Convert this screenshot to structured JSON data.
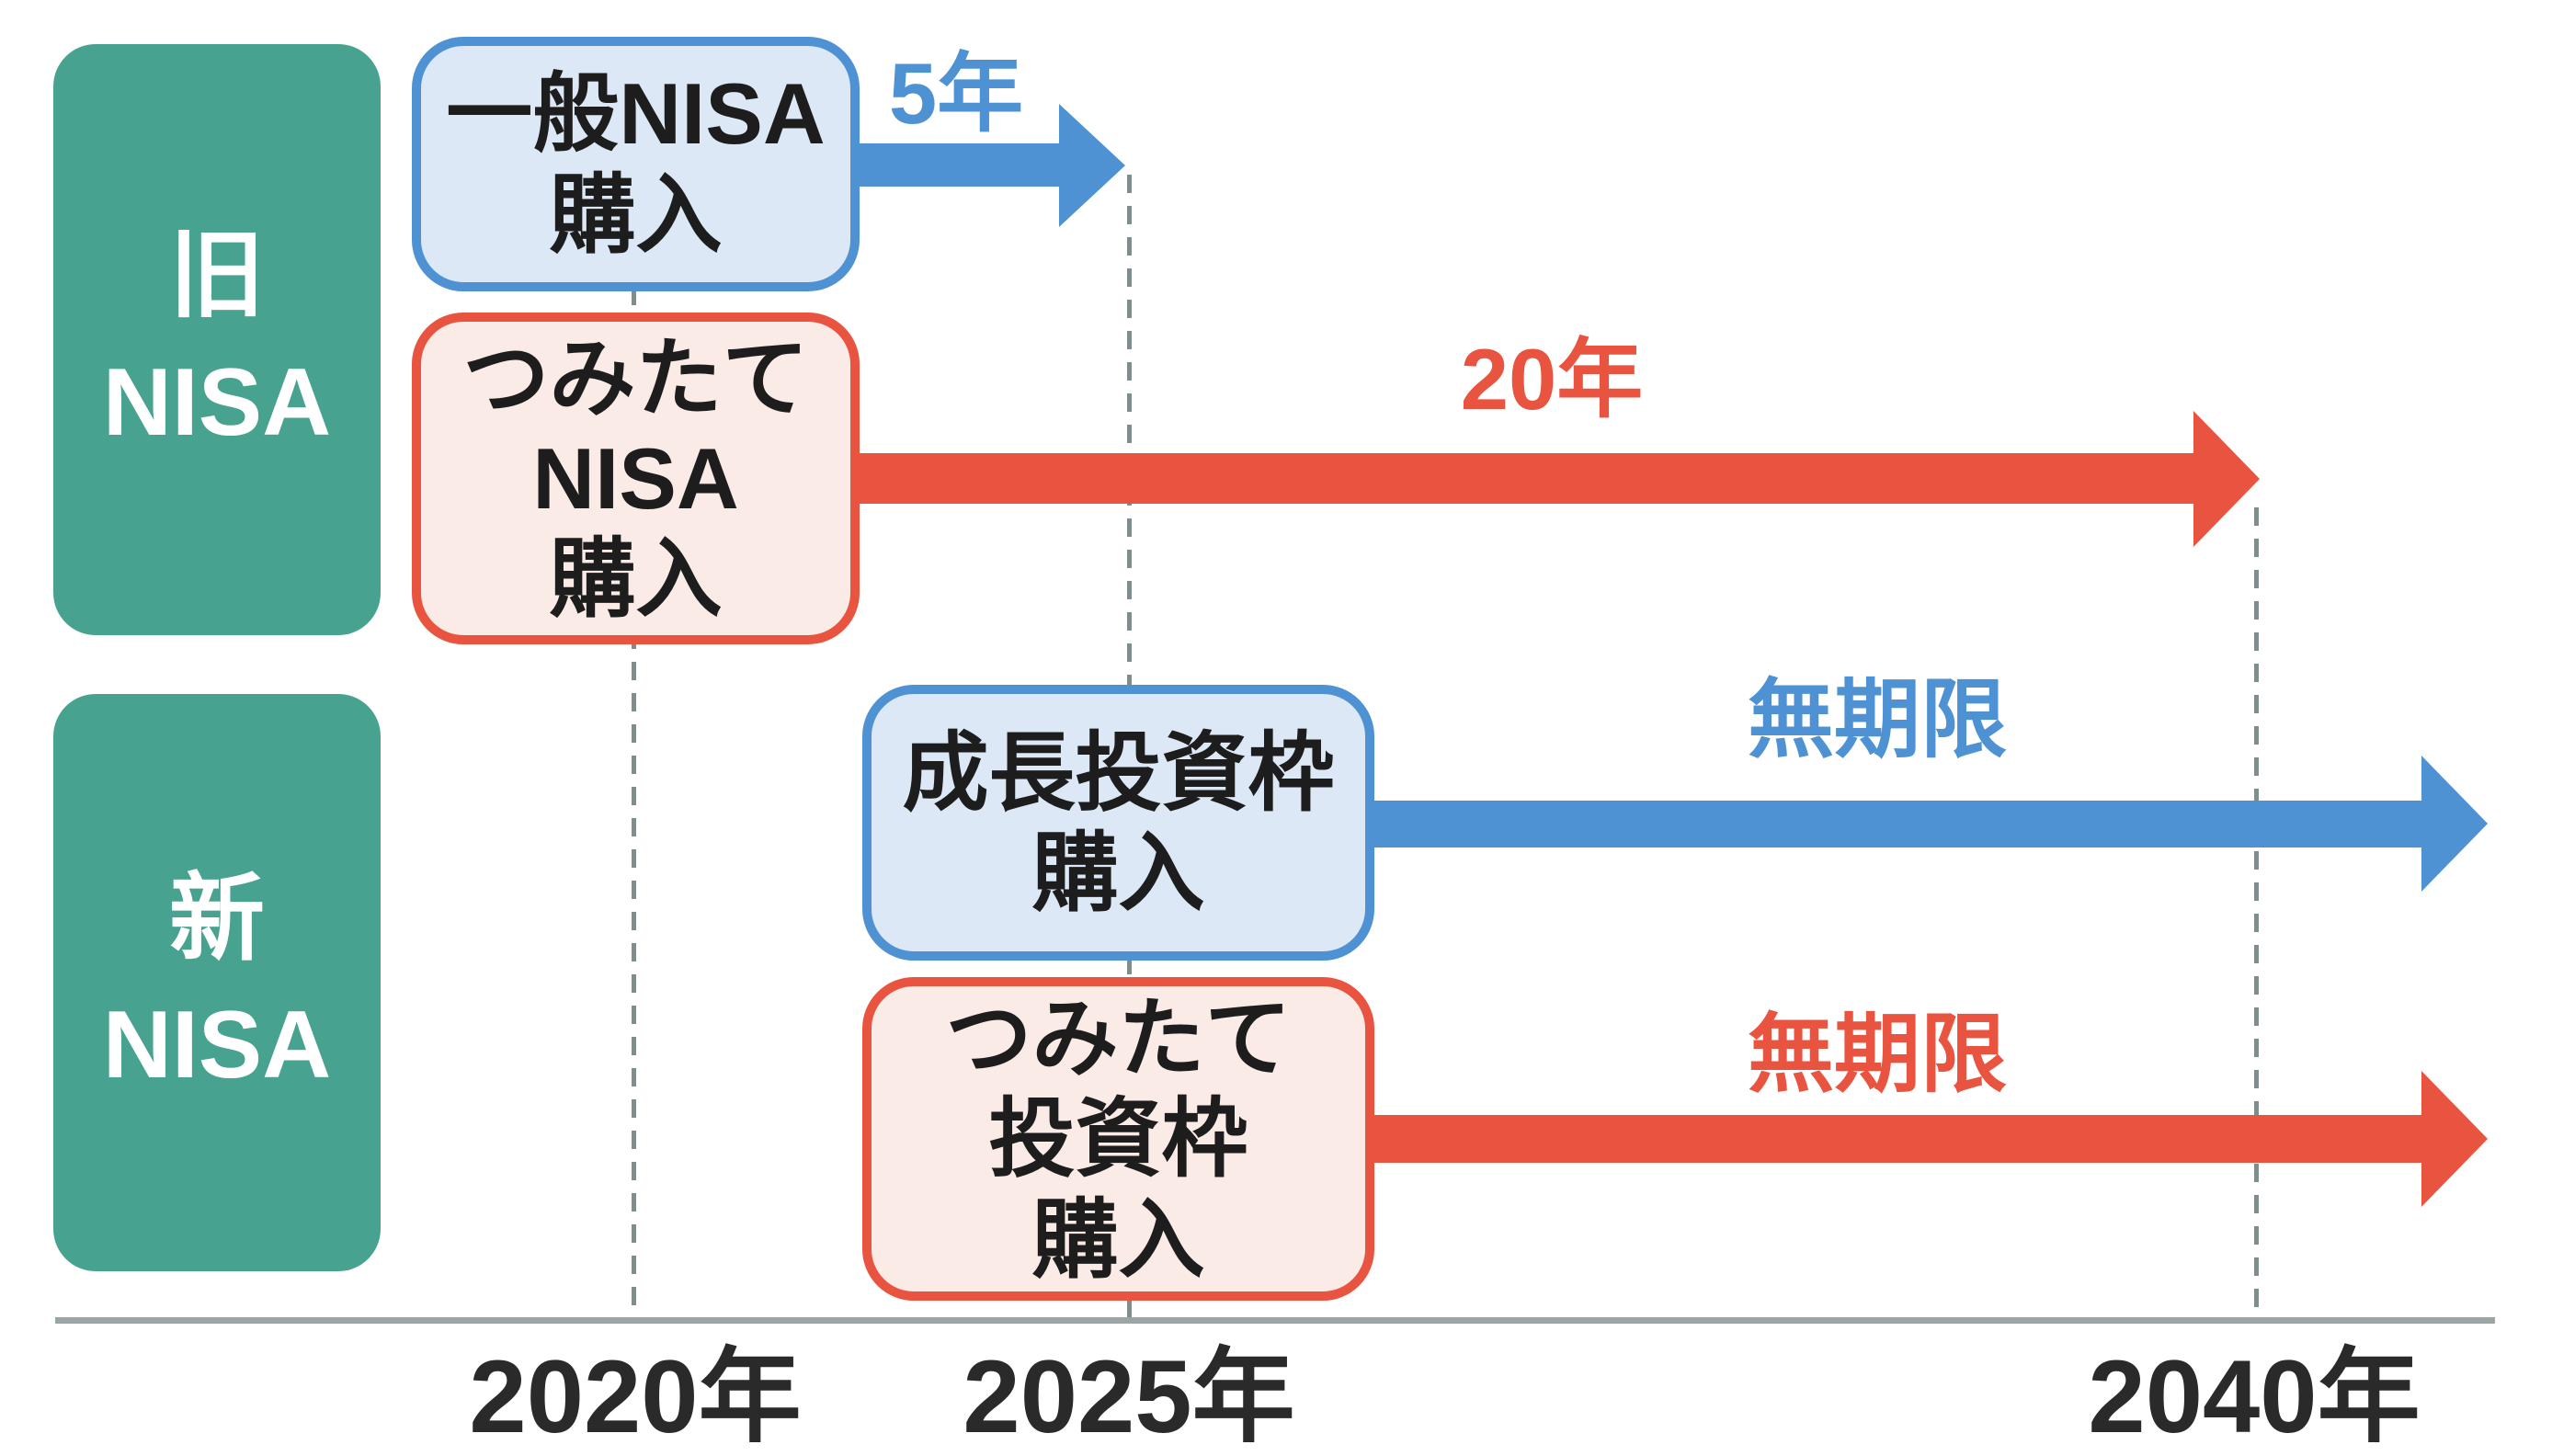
{
  "title_context": "NISA timeline diagram",
  "groups": {
    "old": {
      "line1": "旧",
      "line2": "NISA"
    },
    "new": {
      "line1": "新",
      "line2": "NISA"
    }
  },
  "rows": [
    {
      "id": "ippan-nisa",
      "group": "old",
      "box_lines": [
        "一般NISA",
        "購入"
      ],
      "duration": "5年",
      "color": "blue"
    },
    {
      "id": "tsumitate-nisa",
      "group": "old",
      "box_lines": [
        "つみたて",
        "NISA",
        "購入"
      ],
      "duration": "20年",
      "color": "red"
    },
    {
      "id": "seicho-toshiwaku",
      "group": "new",
      "box_lines": [
        "成長投資枠",
        "購入"
      ],
      "duration": "無期限",
      "color": "blue"
    },
    {
      "id": "tsumitate-toshiwaku",
      "group": "new",
      "box_lines": [
        "つみたて",
        "投資枠",
        "購入"
      ],
      "duration": "無期限",
      "color": "red"
    }
  ],
  "axis": {
    "labels": [
      "2020年",
      "2025年",
      "2040年"
    ]
  },
  "colors": {
    "teal_group": "#48a290",
    "blue_accent": "#4e92d3",
    "blue_fill": "#dce8f5",
    "red_accent": "#e85440",
    "red_fill": "#fbebe7",
    "axis_gray": "#9aa5a5",
    "dash_gray": "#7f8d8d",
    "label_black": "#2a2a2a",
    "white": "#ffffff"
  }
}
